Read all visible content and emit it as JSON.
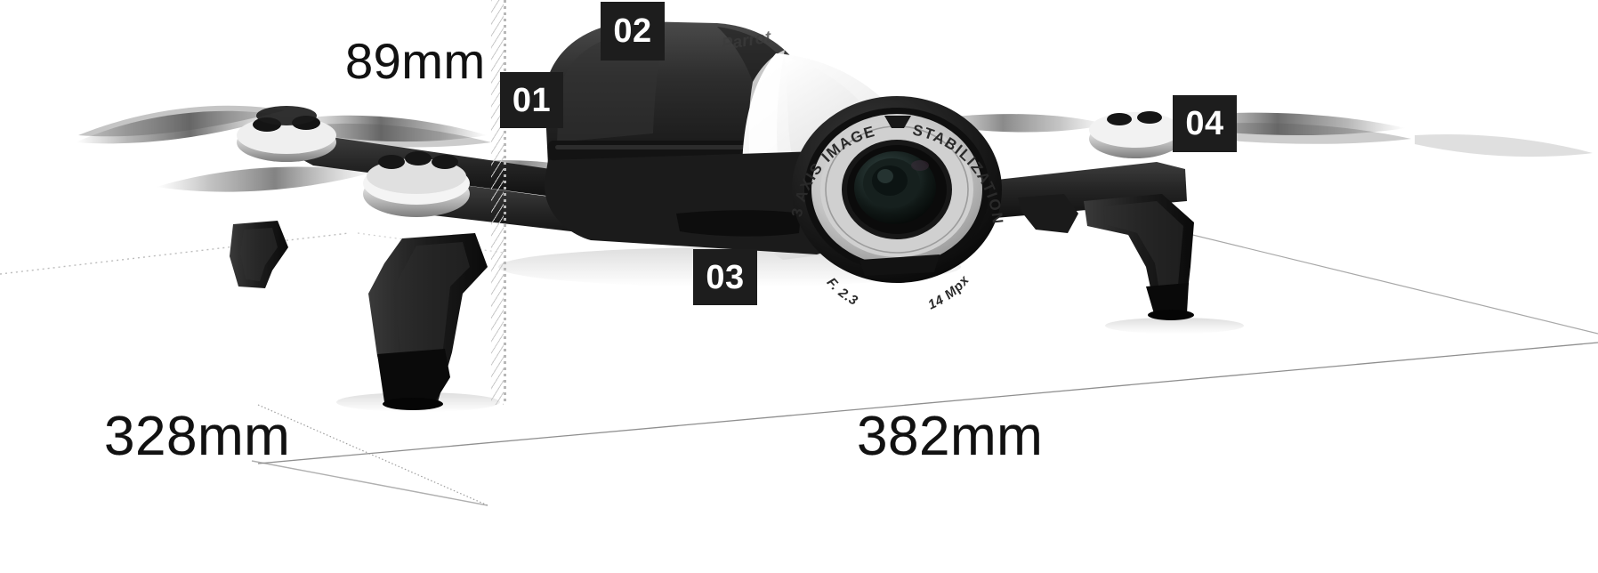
{
  "page": {
    "subject": "Parrot Bebop 2 drone dimensions diagram",
    "background_color": "#ffffff"
  },
  "dimensions": {
    "height": "89mm",
    "width_left": "328mm",
    "width_right": "382mm"
  },
  "callouts": [
    {
      "id": "01",
      "label": "01"
    },
    {
      "id": "02",
      "label": "02"
    },
    {
      "id": "03",
      "label": "03"
    },
    {
      "id": "04",
      "label": "04"
    }
  ],
  "product": {
    "brand": "Parrot",
    "lens_ring": {
      "top_left": "3 AXIS IMAGE",
      "top_right": "STABILIZATION",
      "bottom_left": "14 Mpx",
      "bottom_right": "F. 2.3"
    }
  },
  "colors": {
    "badge_background": "#1d1d1d",
    "badge_text": "#ffffff",
    "label_text": "#111111",
    "guide_line": "#b8b8b8",
    "body_dark": "#2b2b2b",
    "body_light": "#f2f2f2"
  }
}
